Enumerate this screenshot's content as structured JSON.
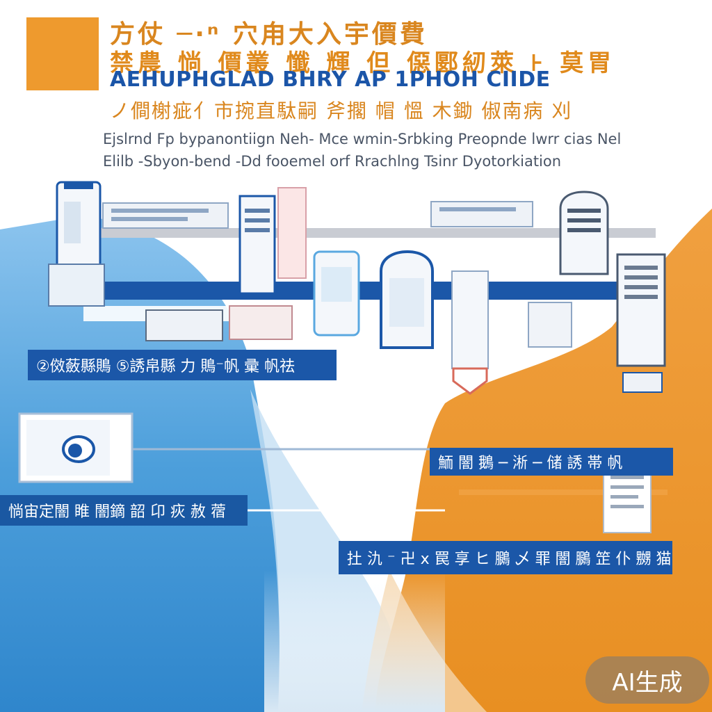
{
  "header": {
    "line1": "方仗    ─·ⁿ 穴甪大入宇價費",
    "line2": "禁農 惝 價叢 懺 輝 但 僫郾紉萊 ⊦ 莫胃",
    "line3": "AEHUPHGLAD BHRY AP 1PHOH CIIDE",
    "line4": "ノ僴榭疵亻市捥直駄嗣 斧擱 帽 慍 木鋤 俶南病 刈"
  },
  "subtitle": {
    "line1": "Ejslrnd Fp bypanontiign Neh- Mce wmin-Srbking Preopnde lwrr cias Nelt",
    "line2": "Elilb -Sbyon-bend -Dd fooemel orf Rrachlng Tsinr Dyotorkiation"
  },
  "labels": {
    "bar1": "②傚蘞縣鵙  ⑤誘帛縣 力 鵙⁻帆 彚 帆祛",
    "bar2": "惝宙定闇 睢 闇鏑 韶 卬 疢 赦 蓿",
    "bar3": "鮞 闇 鵝 ─ 淅 ─ 储 誘 帯 帆",
    "bar4": "扗 氿 ⁻ 卍 ⅹ  罠 享 ヒ  鵩 乄 罪 闇 鵩 䇥 仆 嬲 猫"
  },
  "badge": "AI生成",
  "colors": {
    "orange": "#ee9a2e",
    "blue": "#1b57a8",
    "sky": "#5aa8e0",
    "white": "#ffffff"
  }
}
